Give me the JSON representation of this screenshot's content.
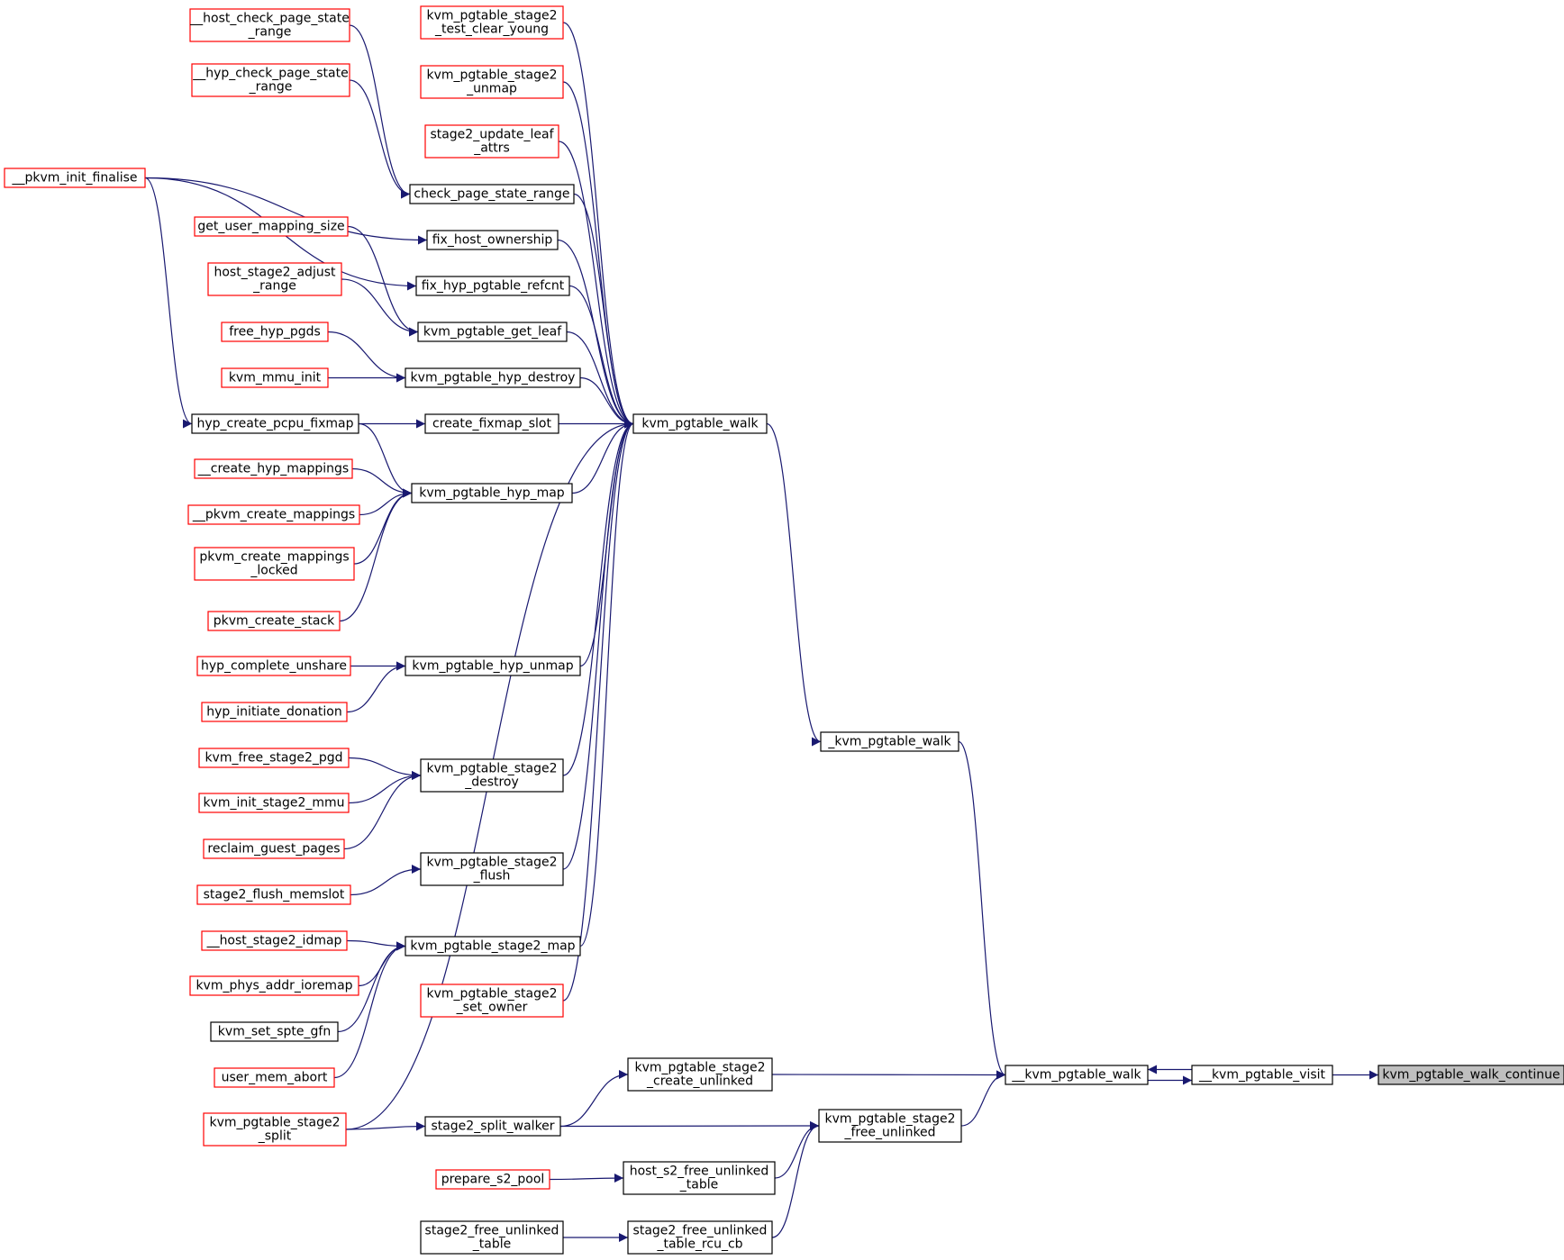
{
  "colors": {
    "edge": "#191970",
    "border_documented": "#000000",
    "border_undocumented": "#ff0000",
    "highlight_fill": "#bfbfbf"
  },
  "nodes": [
    {
      "id": "n0",
      "lines": [
        "__host_check_page_state",
        "_range"
      ],
      "style": "red"
    },
    {
      "id": "n1",
      "lines": [
        "__hyp_check_page_state",
        "_range"
      ],
      "style": "red"
    },
    {
      "id": "n2",
      "lines": [
        "__pkvm_init_finalise"
      ],
      "style": "red"
    },
    {
      "id": "n3",
      "lines": [
        "get_user_mapping_size"
      ],
      "style": "red"
    },
    {
      "id": "n4",
      "lines": [
        "host_stage2_adjust",
        "_range"
      ],
      "style": "red"
    },
    {
      "id": "n5",
      "lines": [
        "free_hyp_pgds"
      ],
      "style": "red"
    },
    {
      "id": "n6",
      "lines": [
        "kvm_mmu_init"
      ],
      "style": "red"
    },
    {
      "id": "n7",
      "lines": [
        "hyp_create_pcpu_fixmap"
      ],
      "style": "black"
    },
    {
      "id": "n8",
      "lines": [
        "__create_hyp_mappings"
      ],
      "style": "red"
    },
    {
      "id": "n9",
      "lines": [
        "__pkvm_create_mappings"
      ],
      "style": "red"
    },
    {
      "id": "n10",
      "lines": [
        "pkvm_create_mappings",
        "_locked"
      ],
      "style": "red"
    },
    {
      "id": "n11",
      "lines": [
        "pkvm_create_stack"
      ],
      "style": "red"
    },
    {
      "id": "n12",
      "lines": [
        "hyp_complete_unshare"
      ],
      "style": "red"
    },
    {
      "id": "n13",
      "lines": [
        "hyp_initiate_donation"
      ],
      "style": "red"
    },
    {
      "id": "n14",
      "lines": [
        "kvm_free_stage2_pgd"
      ],
      "style": "red"
    },
    {
      "id": "n15",
      "lines": [
        "kvm_init_stage2_mmu"
      ],
      "style": "red"
    },
    {
      "id": "n16",
      "lines": [
        "reclaim_guest_pages"
      ],
      "style": "red"
    },
    {
      "id": "n17",
      "lines": [
        "stage2_flush_memslot"
      ],
      "style": "red"
    },
    {
      "id": "n18",
      "lines": [
        "__host_stage2_idmap"
      ],
      "style": "red"
    },
    {
      "id": "n19",
      "lines": [
        "kvm_phys_addr_ioremap"
      ],
      "style": "red"
    },
    {
      "id": "n20",
      "lines": [
        "kvm_set_spte_gfn"
      ],
      "style": "black"
    },
    {
      "id": "n21",
      "lines": [
        "user_mem_abort"
      ],
      "style": "red"
    },
    {
      "id": "n22",
      "lines": [
        "kvm_pgtable_stage2",
        "_split"
      ],
      "style": "red"
    },
    {
      "id": "n23",
      "lines": [
        "kvm_pgtable_stage2",
        "_test_clear_young"
      ],
      "style": "red"
    },
    {
      "id": "n24",
      "lines": [
        "kvm_pgtable_stage2",
        "_unmap"
      ],
      "style": "red"
    },
    {
      "id": "n25",
      "lines": [
        "stage2_update_leaf",
        "_attrs"
      ],
      "style": "red"
    },
    {
      "id": "n26",
      "lines": [
        "check_page_state_range"
      ],
      "style": "black"
    },
    {
      "id": "n27",
      "lines": [
        "fix_host_ownership"
      ],
      "style": "black"
    },
    {
      "id": "n28",
      "lines": [
        "fix_hyp_pgtable_refcnt"
      ],
      "style": "black"
    },
    {
      "id": "n29",
      "lines": [
        "kvm_pgtable_get_leaf"
      ],
      "style": "black"
    },
    {
      "id": "n30",
      "lines": [
        "kvm_pgtable_hyp_destroy"
      ],
      "style": "black"
    },
    {
      "id": "n31",
      "lines": [
        "create_fixmap_slot"
      ],
      "style": "black"
    },
    {
      "id": "n32",
      "lines": [
        "kvm_pgtable_hyp_map"
      ],
      "style": "black"
    },
    {
      "id": "n33",
      "lines": [
        "kvm_pgtable_hyp_unmap"
      ],
      "style": "black"
    },
    {
      "id": "n34",
      "lines": [
        "kvm_pgtable_stage2",
        "_destroy"
      ],
      "style": "black"
    },
    {
      "id": "n35",
      "lines": [
        "kvm_pgtable_stage2",
        "_flush"
      ],
      "style": "black"
    },
    {
      "id": "n36",
      "lines": [
        "kvm_pgtable_stage2_map"
      ],
      "style": "black"
    },
    {
      "id": "n37",
      "lines": [
        "kvm_pgtable_stage2",
        "_set_owner"
      ],
      "style": "red"
    },
    {
      "id": "n38",
      "lines": [
        "stage2_split_walker"
      ],
      "style": "black"
    },
    {
      "id": "n39",
      "lines": [
        "prepare_s2_pool"
      ],
      "style": "red"
    },
    {
      "id": "n40",
      "lines": [
        "stage2_free_unlinked",
        "_table"
      ],
      "style": "black"
    },
    {
      "id": "n41",
      "lines": [
        "kvm_pgtable_walk"
      ],
      "style": "black"
    },
    {
      "id": "n42",
      "lines": [
        "_kvm_pgtable_walk"
      ],
      "style": "black"
    },
    {
      "id": "n43",
      "lines": [
        "kvm_pgtable_stage2",
        "_create_unlinked"
      ],
      "style": "black"
    },
    {
      "id": "n44",
      "lines": [
        "kvm_pgtable_stage2",
        "_free_unlinked"
      ],
      "style": "black"
    },
    {
      "id": "n45",
      "lines": [
        "host_s2_free_unlinked",
        "_table"
      ],
      "style": "black"
    },
    {
      "id": "n46",
      "lines": [
        "stage2_free_unlinked",
        "_table_rcu_cb"
      ],
      "style": "black"
    },
    {
      "id": "n47",
      "lines": [
        "__kvm_pgtable_walk"
      ],
      "style": "black"
    },
    {
      "id": "n48",
      "lines": [
        "__kvm_pgtable_visit"
      ],
      "style": "black"
    },
    {
      "id": "n49",
      "lines": [
        "kvm_pgtable_walk_continue"
      ],
      "style": "highlight"
    }
  ],
  "edges": [
    {
      "from": "n0",
      "to": "n26"
    },
    {
      "from": "n1",
      "to": "n26"
    },
    {
      "from": "n2",
      "to": "n27"
    },
    {
      "from": "n2",
      "to": "n28"
    },
    {
      "from": "n2",
      "to": "n7"
    },
    {
      "from": "n3",
      "to": "n29"
    },
    {
      "from": "n4",
      "to": "n29"
    },
    {
      "from": "n5",
      "to": "n30"
    },
    {
      "from": "n6",
      "to": "n30"
    },
    {
      "from": "n7",
      "to": "n31"
    },
    {
      "from": "n7",
      "to": "n32"
    },
    {
      "from": "n8",
      "to": "n32"
    },
    {
      "from": "n9",
      "to": "n32"
    },
    {
      "from": "n10",
      "to": "n32"
    },
    {
      "from": "n11",
      "to": "n32"
    },
    {
      "from": "n12",
      "to": "n33"
    },
    {
      "from": "n13",
      "to": "n33"
    },
    {
      "from": "n14",
      "to": "n34"
    },
    {
      "from": "n15",
      "to": "n34"
    },
    {
      "from": "n16",
      "to": "n34"
    },
    {
      "from": "n17",
      "to": "n35"
    },
    {
      "from": "n18",
      "to": "n36"
    },
    {
      "from": "n19",
      "to": "n36"
    },
    {
      "from": "n20",
      "to": "n36"
    },
    {
      "from": "n21",
      "to": "n36"
    },
    {
      "from": "n22",
      "to": "n41"
    },
    {
      "from": "n22",
      "to": "n38"
    },
    {
      "from": "n23",
      "to": "n41"
    },
    {
      "from": "n24",
      "to": "n41"
    },
    {
      "from": "n25",
      "to": "n41"
    },
    {
      "from": "n26",
      "to": "n41"
    },
    {
      "from": "n27",
      "to": "n41"
    },
    {
      "from": "n28",
      "to": "n41"
    },
    {
      "from": "n29",
      "to": "n41"
    },
    {
      "from": "n30",
      "to": "n41"
    },
    {
      "from": "n31",
      "to": "n41"
    },
    {
      "from": "n32",
      "to": "n41"
    },
    {
      "from": "n33",
      "to": "n41"
    },
    {
      "from": "n34",
      "to": "n41"
    },
    {
      "from": "n35",
      "to": "n41"
    },
    {
      "from": "n36",
      "to": "n41"
    },
    {
      "from": "n37",
      "to": "n41"
    },
    {
      "from": "n38",
      "to": "n43"
    },
    {
      "from": "n38",
      "to": "n44"
    },
    {
      "from": "n39",
      "to": "n45"
    },
    {
      "from": "n40",
      "to": "n46"
    },
    {
      "from": "n41",
      "to": "n42"
    },
    {
      "from": "n42",
      "to": "n47"
    },
    {
      "from": "n43",
      "to": "n47"
    },
    {
      "from": "n44",
      "to": "n47"
    },
    {
      "from": "n45",
      "to": "n44"
    },
    {
      "from": "n46",
      "to": "n44"
    },
    {
      "from": "n47",
      "to": "n48"
    },
    {
      "from": "n48",
      "to": "n47"
    },
    {
      "from": "n48",
      "to": "n49"
    }
  ]
}
